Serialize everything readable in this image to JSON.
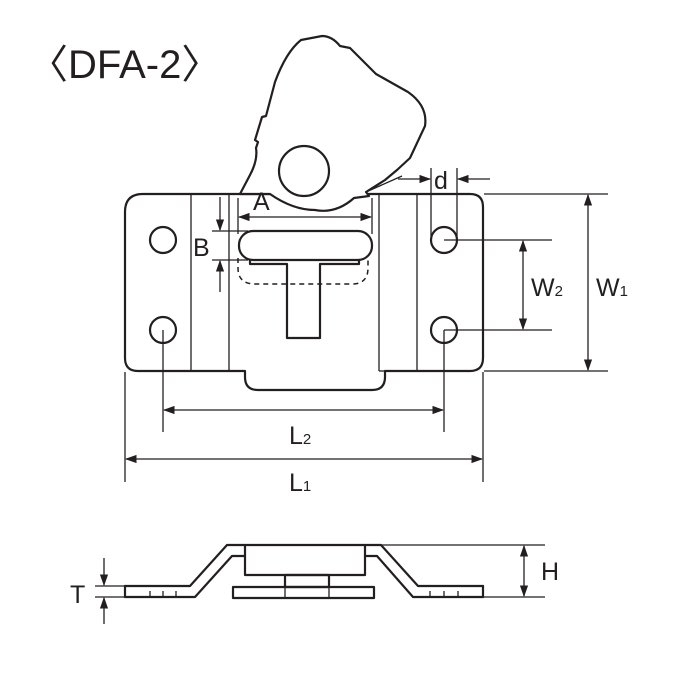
{
  "title": "〈DFA-2〉",
  "dimensions": {
    "A": "A",
    "B": "B",
    "d": "d",
    "W2": {
      "main": "W",
      "sub": "2"
    },
    "W1": {
      "main": "W",
      "sub": "1"
    },
    "L2": {
      "main": "L",
      "sub": "2"
    },
    "L1": {
      "main": "L",
      "sub": "1"
    },
    "T": "T",
    "H": "H"
  }
}
